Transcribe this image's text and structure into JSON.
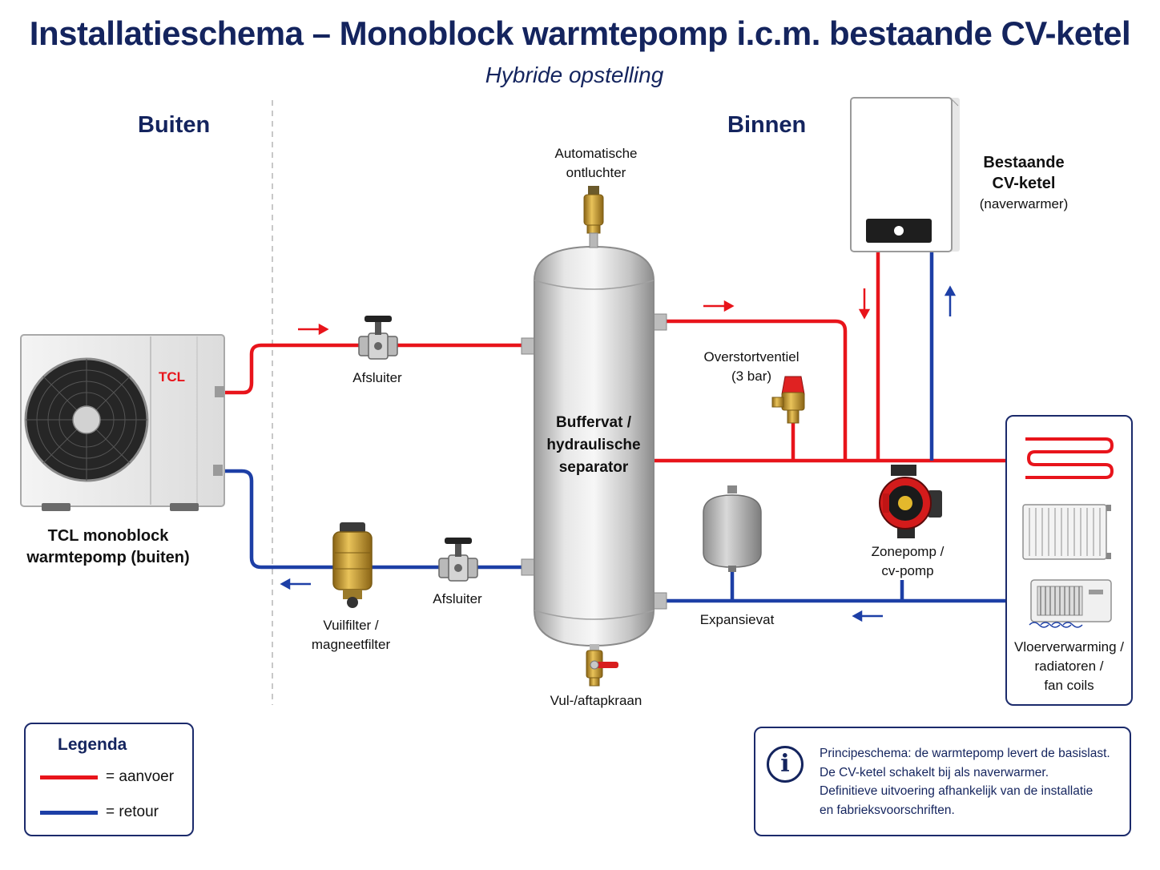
{
  "title": "Installatieschema – Monoblock warmtepomp i.c.m. bestaande CV-ketel",
  "subtitle": "Hybride opstelling",
  "zones": {
    "outside": "Buiten",
    "inside": "Binnen"
  },
  "heat_pump": {
    "brand": "TCL",
    "label_line1": "TCL monoblock",
    "label_line2": "warmtepomp (buiten)"
  },
  "components": {
    "air_vent": {
      "line1": "Automatische",
      "line2": "ontluchter"
    },
    "valve_supply": "Afsluiter",
    "valve_return": "Afsluiter",
    "buffer": {
      "line1": "Buffervat /",
      "line2": "hydraulische",
      "line3": "separator"
    },
    "drain": "Vul-/aftapkraan",
    "filter": {
      "line1": "Vuilfilter /",
      "line2": "magneetfilter"
    },
    "overflow_valve": {
      "line1": "Overstortventiel",
      "line2": "(3 bar)"
    },
    "expansion": "Expansievat",
    "pump": {
      "line1": "Zonepomp /",
      "line2": "cv-pomp"
    },
    "boiler": {
      "line1": "Bestaande",
      "line2": "CV-ketel",
      "line3": "(naverwarmer)"
    },
    "consumers": {
      "line1": "Vloerverwarming /",
      "line2": "radiatoren /",
      "line3": "fan coils"
    }
  },
  "legend": {
    "title": "Legenda",
    "items": [
      {
        "label": "= aanvoer",
        "color": "#e8141b"
      },
      {
        "label": "= retour",
        "color": "#1d3fa6"
      }
    ]
  },
  "info": {
    "icon": "info-icon",
    "line1": "Principeschema: de warmtepomp levert de basislast.",
    "line2": "De CV-ketel schakelt bij als naverwarmer.",
    "line3": "Definitieve uitvoering afhankelijk van de installatie",
    "line4": "en fabrieksvoorschriften."
  },
  "colors": {
    "supply": "#e8141b",
    "return": "#1d3fa6",
    "heading": "#14245e",
    "brass": "#c99a2e"
  }
}
